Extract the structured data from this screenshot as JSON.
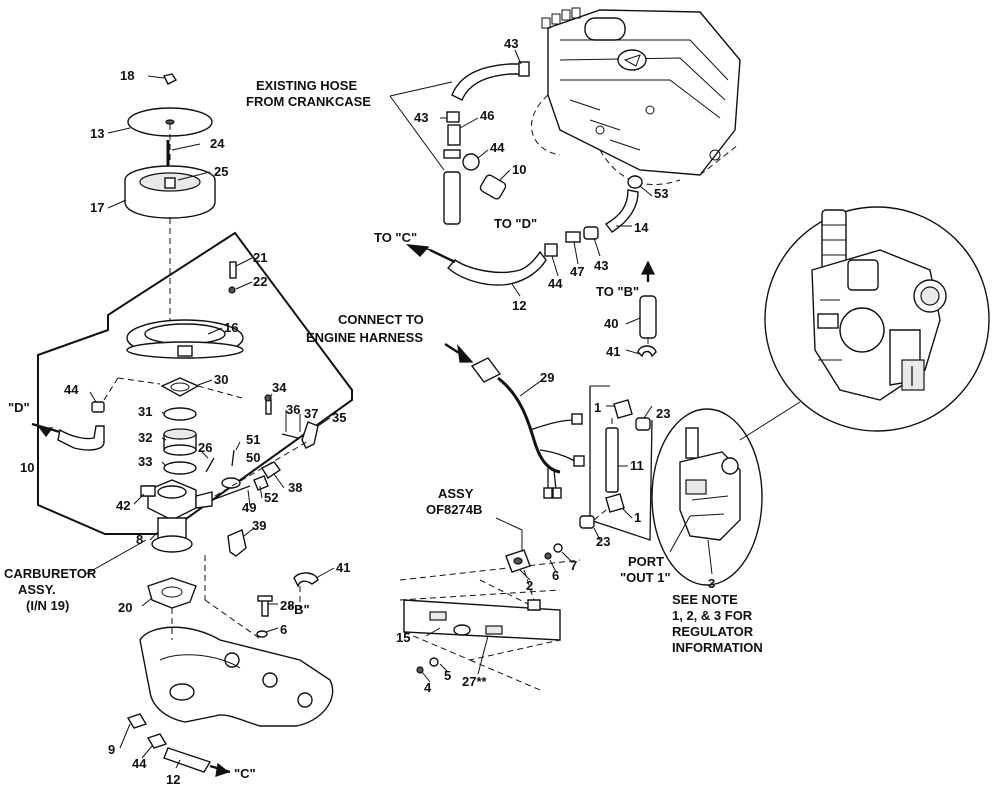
{
  "callouts": {
    "n18": "18",
    "n13": "13",
    "n24": "24",
    "n25": "25",
    "n17": "17",
    "n21": "21",
    "n22": "22",
    "n16": "16",
    "n30": "30",
    "n31": "31",
    "n32": "32",
    "n33": "33",
    "n26": "26",
    "n51": "51",
    "n50": "50",
    "n34": "34",
    "n36": "36",
    "n37": "37",
    "n35": "35",
    "n38": "38",
    "n52": "52",
    "n49": "49",
    "n42": "42",
    "n39": "39",
    "n8": "8",
    "n44a": "44",
    "n10a": "10",
    "n41a": "41",
    "n28": "28",
    "n6a": "6",
    "n20": "20",
    "n9": "9",
    "n44b": "44",
    "n12a": "12",
    "n43a": "43",
    "n43b": "43",
    "n46": "46",
    "n44c": "44",
    "n10b": "10",
    "n53": "53",
    "n14": "14",
    "n43c": "43",
    "n47": "47",
    "n44d": "44",
    "n12b": "12",
    "n40": "40",
    "n41b": "41",
    "n29": "29",
    "n1a": "1",
    "n23a": "23",
    "n11": "11",
    "n1b": "1",
    "n23b": "23",
    "n2": "2",
    "n6b": "6",
    "n7": "7",
    "n15": "15",
    "n5": "5",
    "n4": "4",
    "n27": "27**",
    "n3": "3"
  },
  "captions": {
    "existing_hose_1": "EXISTING HOSE",
    "existing_hose_2": "FROM CRANKCASE",
    "to_d": "TO \"D\"",
    "to_c": "TO \"C\"",
    "to_b": "TO \"B\"",
    "connect_1": "CONNECT TO",
    "connect_2": "ENGINE HARNESS",
    "ref_d": "\"D\"",
    "ref_b": "\"B\"",
    "ref_c": "\"C\"",
    "carb_1": "CARBURETOR",
    "carb_2": "ASSY.",
    "carb_3": "(I/N 19)",
    "assy_1": "ASSY",
    "assy_2": "OF8274B",
    "port_1": "PORT",
    "port_2": "\"OUT 1\"",
    "note_1": "SEE NOTE",
    "note_2": "1, 2, & 3 FOR",
    "note_3": "REGULATOR",
    "note_4": "INFORMATION"
  }
}
